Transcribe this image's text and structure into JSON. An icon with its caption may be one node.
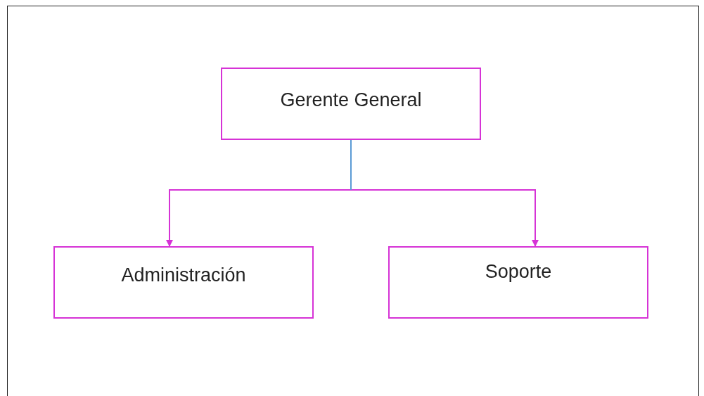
{
  "diagram": {
    "nodes": [
      {
        "text": [
          "Gerente General"
        ]
      },
      {
        "text": [
          "Administración"
        ]
      },
      {
        "text": [
          "Soporte"
        ]
      }
    ],
    "edges": [
      {
        "from": 0,
        "to": 1,
        "arrow": "to"
      },
      {
        "from": 0,
        "to": 2,
        "arrow": "to"
      }
    ]
  }
}
